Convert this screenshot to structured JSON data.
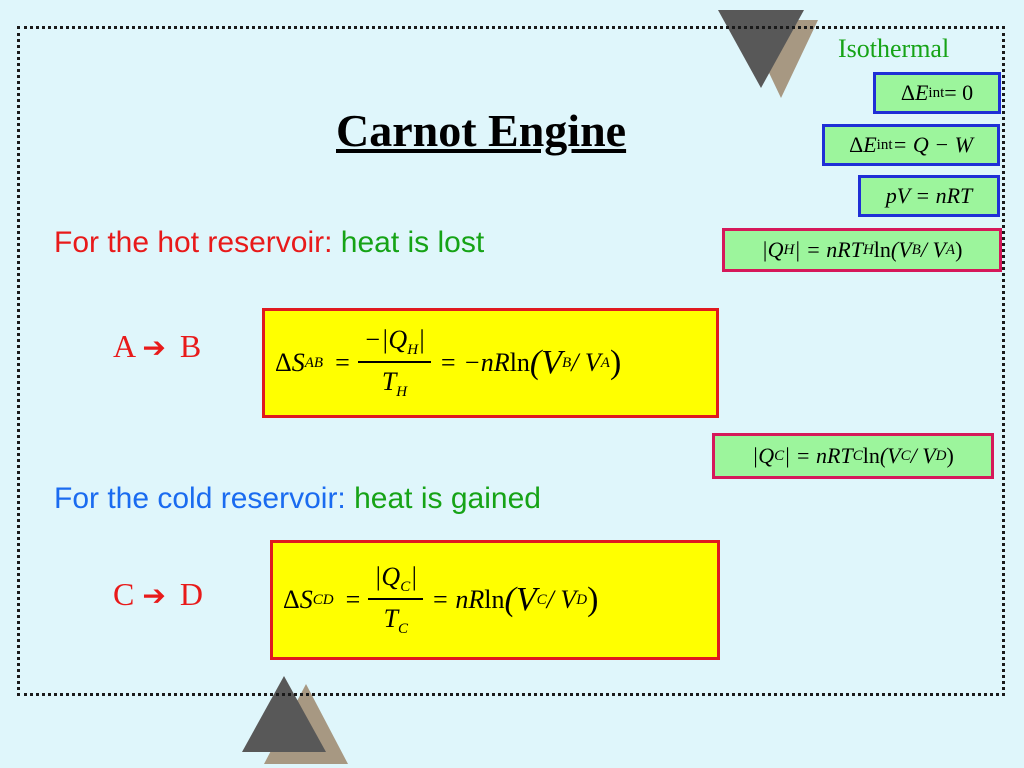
{
  "slide": {
    "title": "Carnot Engine",
    "isothermal_label": "Isothermal",
    "side_equations": {
      "delta_e_zero": {
        "delta": "Δ",
        "var": "E",
        "sub": "int",
        "rest": " = 0"
      },
      "delta_e_qw": {
        "delta": "Δ",
        "var": "E",
        "sub": "int",
        "rest": " = Q − W"
      },
      "pv_nrt": {
        "text": "pV = nRT"
      },
      "qh_eq": {
        "lhs": "|Q",
        "lhs_sub": "H",
        "mid": "| = nRT",
        "mid_sub": "H",
        "ln": " ln",
        "arg": "(V",
        "arg_sub1": "B",
        "arg_mid": " / V",
        "arg_sub2": "A",
        "close": ")"
      },
      "qc_eq": {
        "lhs": "|Q",
        "lhs_sub": "C",
        "mid": "| = nRT",
        "mid_sub": "C",
        "ln": " ln",
        "arg": "(V",
        "arg_sub1": "C",
        "arg_mid": " / V",
        "arg_sub2": "D",
        "close": ")"
      }
    },
    "hot": {
      "label": "For the hot reservoir:",
      "result": "heat is lost",
      "step_from": "A",
      "arrow": "➔",
      "step_to": "B",
      "equation": {
        "delta": "Δ",
        "var": "S",
        "sub": "AB",
        "eq1": "=",
        "num": "−|Q",
        "num_sub": "H",
        "num_close": "|",
        "den": "T",
        "den_sub": "H",
        "eq2": "= −nR",
        "ln": " ln",
        "arg": "(V",
        "arg_sub1": "B",
        "arg_mid": " / V",
        "arg_sub2": "A",
        "close": ")"
      }
    },
    "cold": {
      "label": "For the cold reservoir:",
      "result": "heat is gained",
      "step_from": "C",
      "arrow": "➔",
      "step_to": "D",
      "equation": {
        "delta": "Δ",
        "var": "S",
        "sub": "CD",
        "eq1": "=",
        "num": "|Q",
        "num_sub": "C",
        "num_close": "|",
        "den": "T",
        "den_sub": "C",
        "eq2": "= nR",
        "ln": " ln",
        "arg": "(V",
        "arg_sub1": "C",
        "arg_mid": " / V",
        "arg_sub2": "D",
        "close": ")"
      }
    },
    "colors": {
      "background": "#dff6fb",
      "red": "#e81a1a",
      "blue": "#1a6bf0",
      "green": "#16a316",
      "equation_box": "#ffff00",
      "side_box": "#9cf59c"
    }
  }
}
